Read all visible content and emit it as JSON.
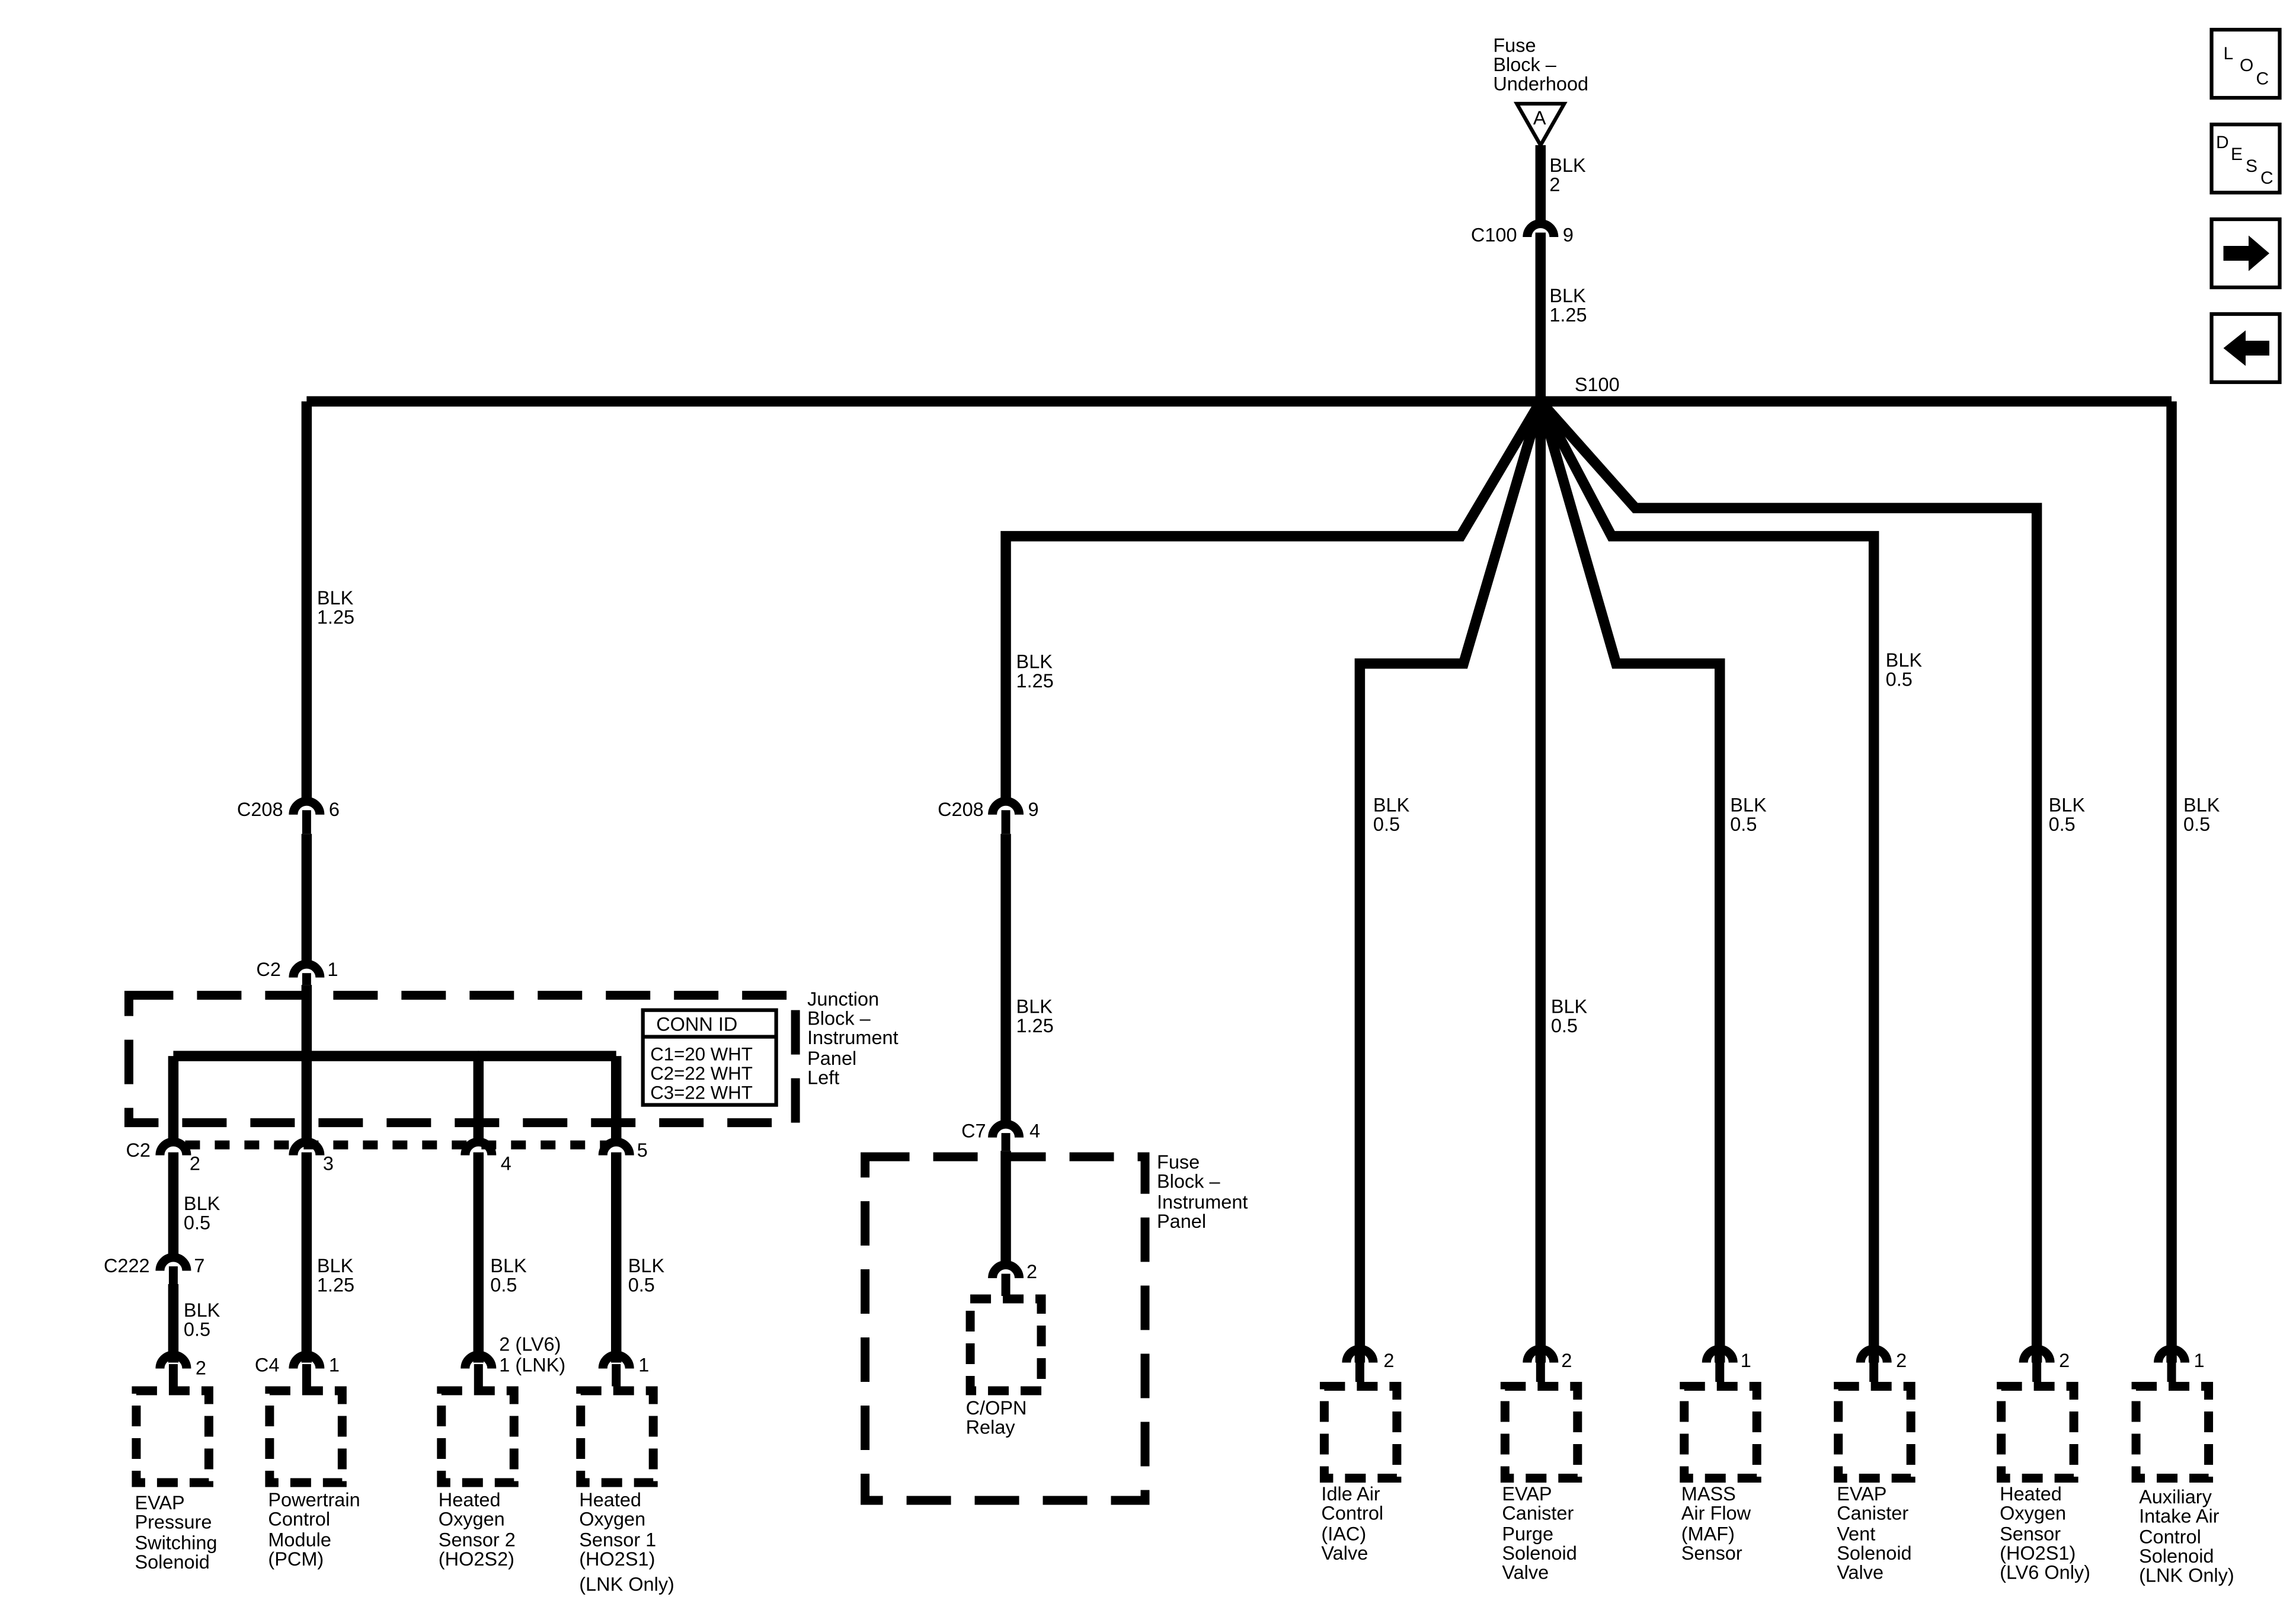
{
  "fuse_source": {
    "lines": [
      "Fuse",
      "Block –",
      "Underhood"
    ],
    "terminal": "A"
  },
  "nav_buttons": {
    "loc": [
      "L",
      "O",
      "C"
    ],
    "desc": [
      "D",
      "E",
      "S",
      "C"
    ],
    "next": "next-arrow",
    "prev": "prev-arrow"
  },
  "wires": {
    "top": [
      "BLK",
      "2"
    ],
    "after_c100": [
      "BLK",
      "1.25"
    ],
    "left_trunk": [
      "BLK",
      "1.25"
    ],
    "mid_trunk": [
      "BLK",
      "1.25"
    ],
    "mid_lower": [
      "BLK",
      "1.25"
    ],
    "evap_vent": [
      "BLK",
      "0.5"
    ],
    "iac": [
      "BLK",
      "0.5"
    ],
    "purge": [
      "BLK",
      "0.5"
    ],
    "maf": [
      "BLK",
      "0.5"
    ],
    "ho2s_lv6": [
      "BLK",
      "0.5"
    ],
    "aux": [
      "BLK",
      "0.5"
    ],
    "c2_2": [
      "BLK",
      "0.5"
    ],
    "c222_lower": [
      "BLK",
      "0.5"
    ],
    "pcm": [
      "BLK",
      "1.25"
    ],
    "ho2s2": [
      "BLK",
      "0.5"
    ],
    "ho2s1": [
      "BLK",
      "0.5"
    ]
  },
  "connectors": {
    "c100": {
      "name": "C100",
      "pin": "9"
    },
    "s100": "S100",
    "c208_left": {
      "name": "C208",
      "pin": "6"
    },
    "c208_mid": {
      "name": "C208",
      "pin": "9"
    },
    "c2_top": {
      "name": "C2",
      "pin": "1"
    },
    "c2_bottom": {
      "name": "C2",
      "pins": [
        "2",
        "3",
        "4",
        "5"
      ]
    },
    "c222": {
      "name": "C222",
      "pin": "7"
    },
    "c4": "C4",
    "c7": {
      "name": "C7",
      "pin": "4"
    }
  },
  "junction_block": {
    "label": [
      "Junction",
      "Block –",
      "Instrument",
      "Panel",
      "Left"
    ],
    "conn_id_title": "CONN ID",
    "conn_ids": [
      "C1=20 WHT",
      "C2=22 WHT",
      "C3=22 WHT"
    ]
  },
  "fuse_block_ip": {
    "label": [
      "Fuse",
      "Block –",
      "Instrument",
      "Panel"
    ]
  },
  "components": [
    {
      "id": "evap-pressure-switching-solenoid",
      "pin": "2",
      "label": [
        "EVAP",
        "Pressure",
        "Switching",
        "Solenoid"
      ]
    },
    {
      "id": "pcm",
      "pin": "1",
      "label": [
        "Powertrain",
        "Control",
        "Module",
        "(PCM)"
      ]
    },
    {
      "id": "ho2s2",
      "pin": [
        "2 (LV6)",
        "1 (LNK)"
      ],
      "label": [
        "Heated",
        "Oxygen",
        "Sensor 2",
        "(HO2S2)"
      ]
    },
    {
      "id": "ho2s1-lnk",
      "pin": "1",
      "label": [
        "Heated",
        "Oxygen",
        "Sensor 1",
        "(HO2S1)",
        "(LNK Only)"
      ]
    },
    {
      "id": "copn-relay",
      "pin": "2",
      "label": [
        "C/OPN",
        "Relay"
      ]
    },
    {
      "id": "iac-valve",
      "pin": "2",
      "label": [
        "Idle Air",
        "Control",
        "(IAC)",
        "Valve"
      ]
    },
    {
      "id": "evap-purge-valve",
      "pin": "2",
      "label": [
        "EVAP",
        "Canister",
        "Purge",
        "Solenoid",
        "Valve"
      ]
    },
    {
      "id": "maf-sensor",
      "pin": "1",
      "label": [
        "MASS",
        "Air Flow",
        "(MAF)",
        "Sensor"
      ]
    },
    {
      "id": "evap-vent-valve",
      "pin": "2",
      "label": [
        "EVAP",
        "Canister",
        "Vent",
        "Solenoid",
        "Valve"
      ]
    },
    {
      "id": "ho2s1-lv6",
      "pin": "2",
      "label": [
        "Heated",
        "Oxygen",
        "Sensor",
        "(HO2S1)",
        "(LV6 Only)"
      ]
    },
    {
      "id": "aux-intake-solenoid",
      "pin": "1",
      "label": [
        "Auxiliary",
        "Intake Air",
        "Control",
        "Solenoid",
        "(LNK Only)"
      ]
    }
  ]
}
